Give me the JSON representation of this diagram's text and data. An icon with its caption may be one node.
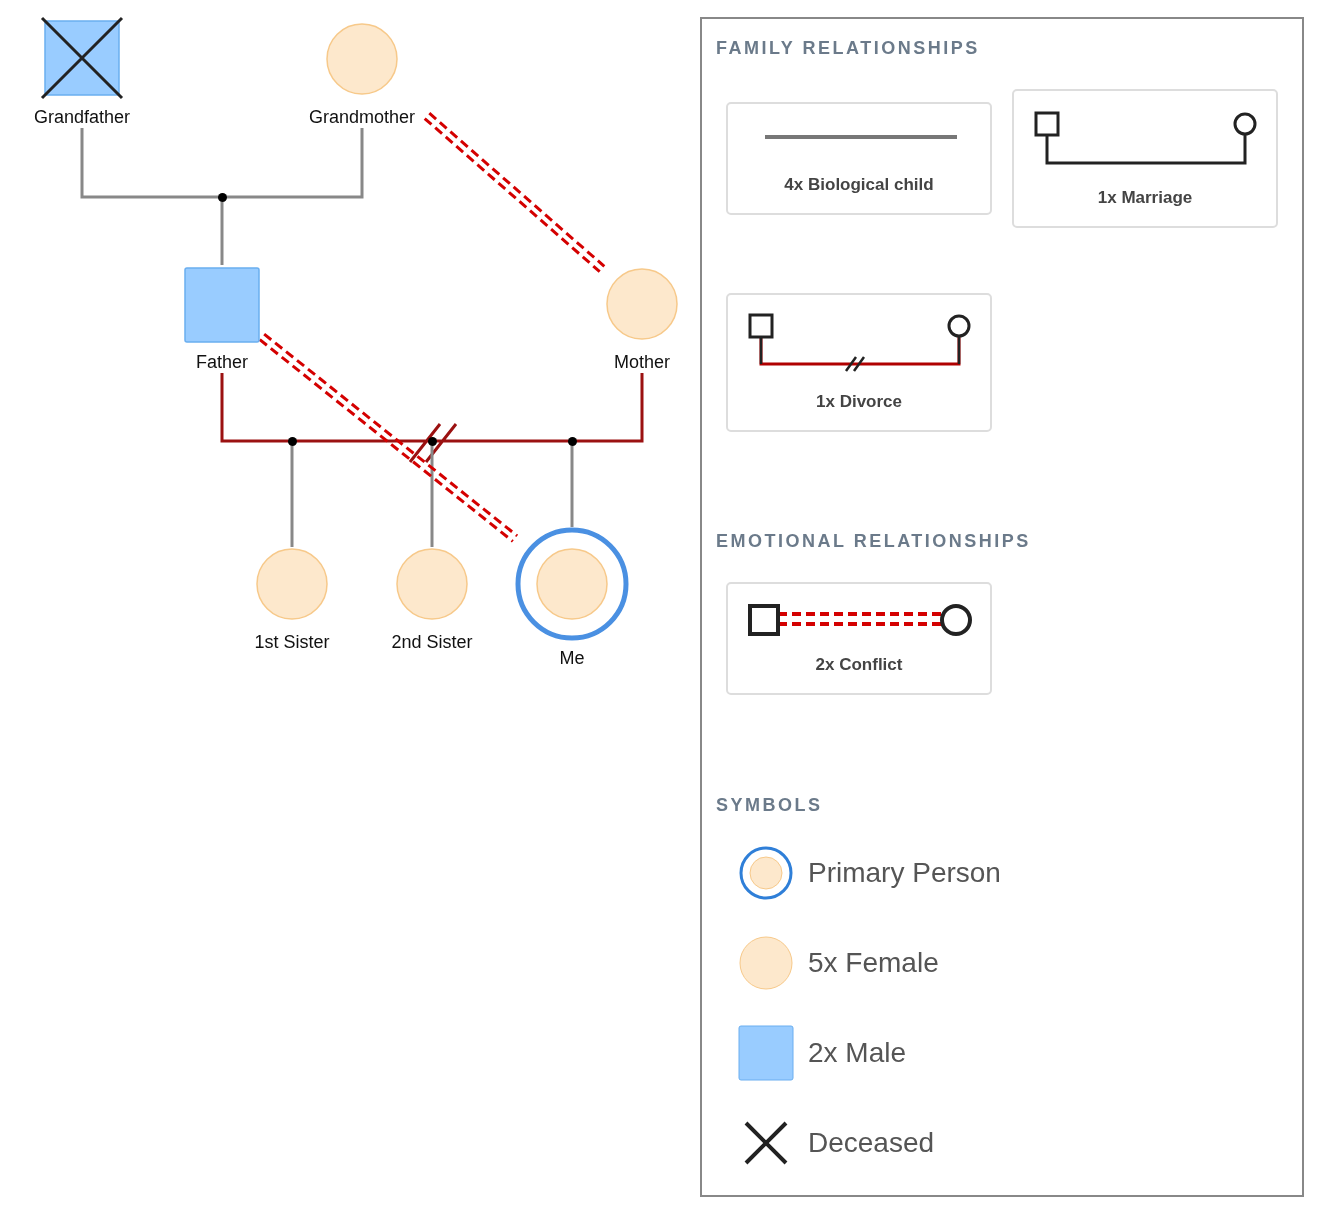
{
  "diagram": {
    "nodes": [
      {
        "text": [
          "Grandfather"
        ]
      },
      {
        "text": [
          "Grandmother"
        ]
      },
      {
        "text": [
          "Father"
        ]
      },
      {
        "text": [
          "Mother"
        ]
      },
      {
        "text": [
          "1st Sister"
        ]
      },
      {
        "text": [
          "2nd Sister"
        ]
      },
      {
        "text": [
          "Me"
        ]
      },
      {
        "text": [],
        "shape": "circle"
      },
      {
        "text": [],
        "shape": "circle"
      },
      {
        "text": [],
        "shape": "circle"
      },
      {
        "text": [],
        "shape": "circle"
      }
    ],
    "edges": [
      {
        "from": 0,
        "to": 1,
        "arrow": "none"
      },
      {
        "from": 2,
        "to": 3,
        "arrow": "none",
        "color": "#9b1111"
      },
      {
        "from": 7,
        "to": 2,
        "arrow": "none"
      },
      {
        "from": 8,
        "to": 4,
        "arrow": "none"
      },
      {
        "from": 9,
        "to": 5,
        "arrow": "none"
      },
      {
        "from": 10,
        "to": 6,
        "arrow": "none"
      },
      {
        "from": 1,
        "to": 3,
        "arrow": "none",
        "style": "dashed",
        "color": "#d40000"
      },
      {
        "from": 2,
        "to": 6,
        "arrow": "none",
        "style": "dashed",
        "color": "#d40000"
      }
    ],
    "labels": [
      "FAMILY RELATIONSHIPS",
      "EMOTIONAL RELATIONSHIPS",
      "SYMBOLS"
    ],
    "legend": [
      {
        "text": "4x Biological child"
      },
      {
        "text": "1x Marriage"
      },
      {
        "text": "1x Divorce"
      },
      {
        "text": "2x Conflict"
      },
      {
        "text": "Primary Person"
      },
      {
        "text": "5x Female",
        "color": "#fde8cc"
      },
      {
        "text": "2x Male",
        "color": "#99ccff"
      },
      {
        "text": "Deceased"
      }
    ]
  }
}
